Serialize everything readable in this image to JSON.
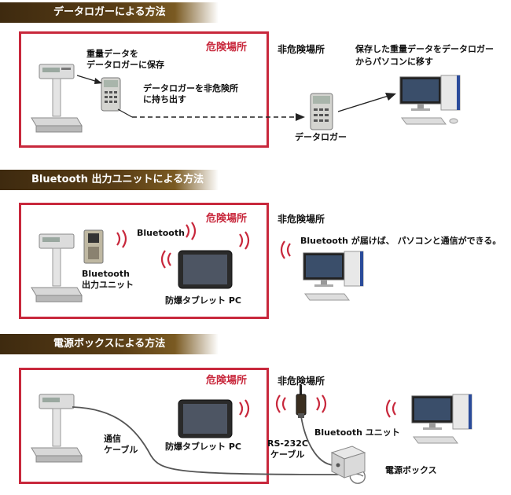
{
  "sections": [
    {
      "title": "データロガーによる方法",
      "danger_label": "危険場所",
      "safe_label": "非危険場所",
      "note_save": [
        "重量データを",
        "データロガーに保存"
      ],
      "note_carry": [
        "データロガーを非危険所",
        "に持ち出す"
      ],
      "note_transfer": [
        "保存した重量データをデータロガー",
        "からパソコンに移す"
      ],
      "device_label": "データロガー"
    },
    {
      "title": "Bluetooth 出力ユニットによる方法",
      "danger_label": "危険場所",
      "safe_label": "非危険場所",
      "bt_label": "Bluetooth",
      "unit_label": [
        "Bluetooth",
        "出力ユニット"
      ],
      "tablet_label": "防爆タブレット PC",
      "reach_note": "Bluetooth が届けば、 パソコンと通信ができる。"
    },
    {
      "title": "電源ボックスによる方法",
      "danger_label": "危険場所",
      "safe_label": "非危険場所",
      "cable_label": [
        "通信",
        "ケーブル"
      ],
      "tablet_label": "防爆タブレット PC",
      "rs_label": [
        "RS-232C",
        "ケーブル"
      ],
      "bt_unit_label": "Bluetooth ユニット",
      "power_box_label": "電源ボックス"
    }
  ],
  "colors": {
    "danger": "#c8283c",
    "band": "#4a3212",
    "signal": "#c8283c"
  }
}
